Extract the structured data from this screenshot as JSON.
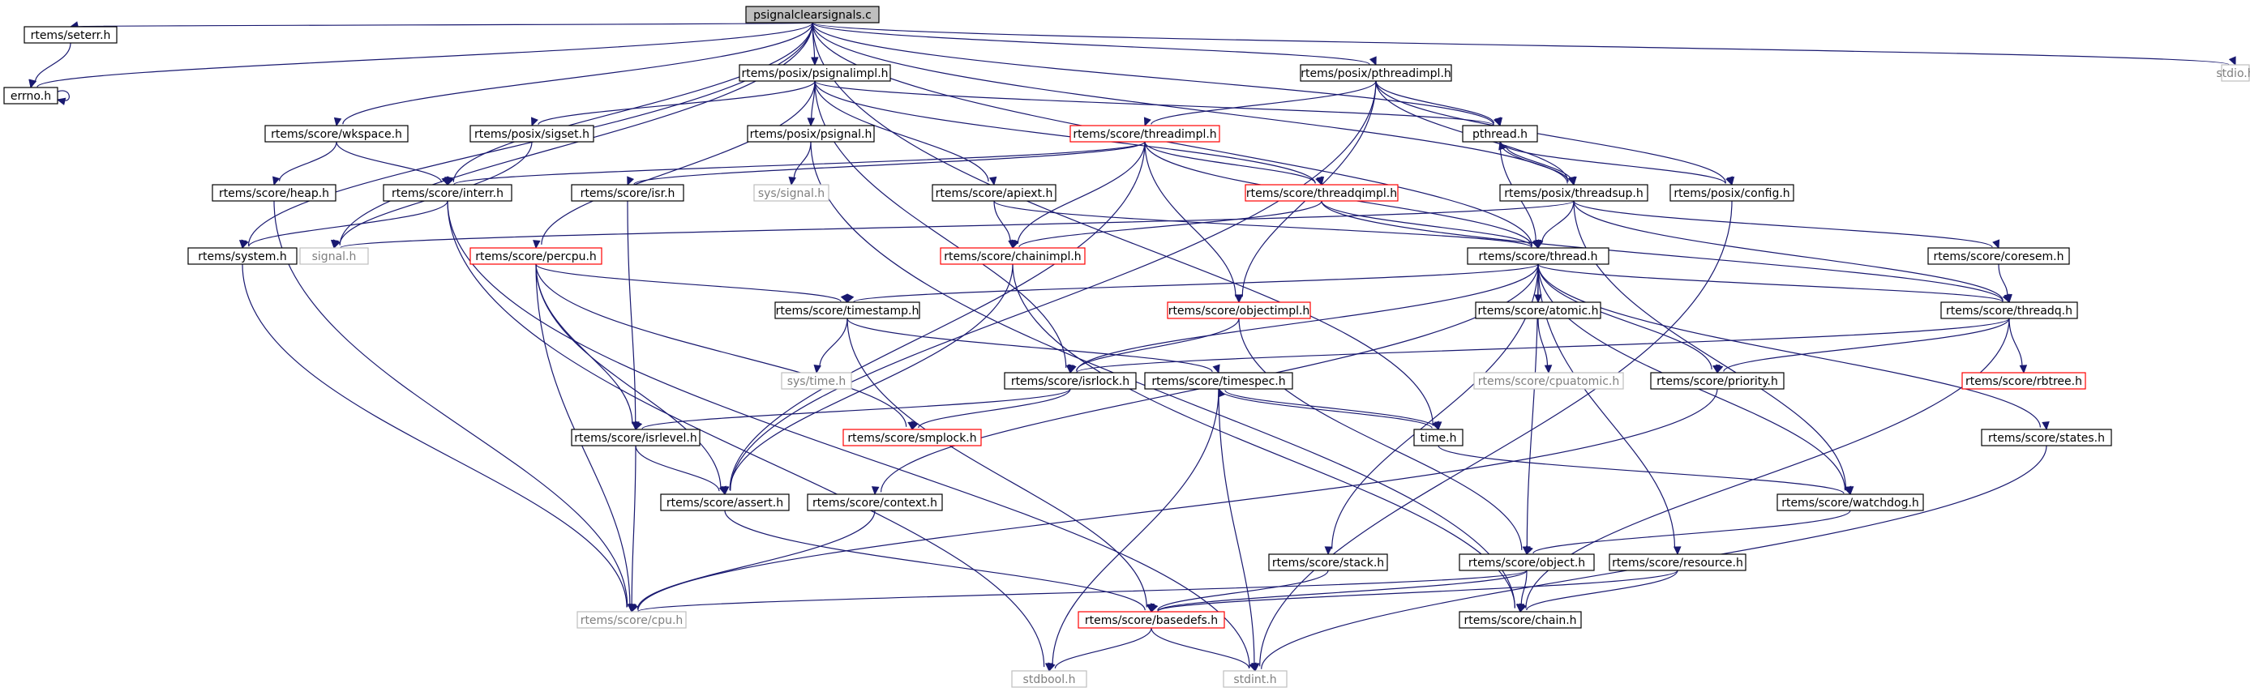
{
  "title": "psignalclearsignals.c",
  "colors": {
    "edge": "#191970",
    "root_fill": "#bfbfbf",
    "normal_border": "#000000",
    "red_border": "#ff0000",
    "external_border": "#bfbfbf",
    "external_text": "#7f7f7f"
  },
  "nodes": [
    {
      "id": "root",
      "label": "psignalclearsignals.c",
      "style": "root"
    },
    {
      "id": "seterr",
      "label": "rtems/seterr.h",
      "style": "normal"
    },
    {
      "id": "psignalimpl",
      "label": "rtems/posix/psignalimpl.h",
      "style": "normal"
    },
    {
      "id": "pthreadimpl",
      "label": "rtems/posix/pthreadimpl.h",
      "style": "normal"
    },
    {
      "id": "stdio",
      "label": "stdio.h",
      "style": "external"
    },
    {
      "id": "errno",
      "label": "errno.h",
      "style": "normal"
    },
    {
      "id": "wkspace",
      "label": "rtems/score/wkspace.h",
      "style": "normal"
    },
    {
      "id": "sigset",
      "label": "rtems/posix/sigset.h",
      "style": "normal"
    },
    {
      "id": "psignal",
      "label": "rtems/posix/psignal.h",
      "style": "normal"
    },
    {
      "id": "threadimpl",
      "label": "rtems/score/threadimpl.h",
      "style": "red"
    },
    {
      "id": "pthread",
      "label": "pthread.h",
      "style": "normal"
    },
    {
      "id": "heap",
      "label": "rtems/score/heap.h",
      "style": "normal"
    },
    {
      "id": "interr",
      "label": "rtems/score/interr.h",
      "style": "normal"
    },
    {
      "id": "syssignal",
      "label": "sys/signal.h",
      "style": "external"
    },
    {
      "id": "isr",
      "label": "rtems/score/isr.h",
      "style": "normal"
    },
    {
      "id": "apiext",
      "label": "rtems/score/apiext.h",
      "style": "normal"
    },
    {
      "id": "threadqimpl",
      "label": "rtems/score/threadqimpl.h",
      "style": "red"
    },
    {
      "id": "threadsup",
      "label": "rtems/posix/threadsup.h",
      "style": "normal"
    },
    {
      "id": "config",
      "label": "rtems/posix/config.h",
      "style": "normal"
    },
    {
      "id": "system",
      "label": "rtems/system.h",
      "style": "normal"
    },
    {
      "id": "signal",
      "label": "signal.h",
      "style": "external"
    },
    {
      "id": "percpu",
      "label": "rtems/score/percpu.h",
      "style": "red"
    },
    {
      "id": "chainimpl",
      "label": "rtems/score/chainimpl.h",
      "style": "red"
    },
    {
      "id": "thread",
      "label": "rtems/score/thread.h",
      "style": "normal"
    },
    {
      "id": "coresem",
      "label": "rtems/score/coresem.h",
      "style": "normal"
    },
    {
      "id": "timestamp",
      "label": "rtems/score/timestamp.h",
      "style": "normal"
    },
    {
      "id": "objectimpl",
      "label": "rtems/score/objectimpl.h",
      "style": "red"
    },
    {
      "id": "atomic",
      "label": "rtems/score/atomic.h",
      "style": "normal"
    },
    {
      "id": "threadq",
      "label": "rtems/score/threadq.h",
      "style": "normal"
    },
    {
      "id": "systime",
      "label": "sys/time.h",
      "style": "external"
    },
    {
      "id": "cpuatomic",
      "label": "rtems/score/cpuatomic.h",
      "style": "external"
    },
    {
      "id": "isrlock",
      "label": "rtems/score/isrlock.h",
      "style": "normal"
    },
    {
      "id": "timespec",
      "label": "rtems/score/timespec.h",
      "style": "normal"
    },
    {
      "id": "priority",
      "label": "rtems/score/priority.h",
      "style": "normal"
    },
    {
      "id": "rbtree",
      "label": "rtems/score/rbtree.h",
      "style": "red"
    },
    {
      "id": "isrlevel",
      "label": "rtems/score/isrlevel.h",
      "style": "normal"
    },
    {
      "id": "smplock",
      "label": "rtems/score/smplock.h",
      "style": "red"
    },
    {
      "id": "time",
      "label": "time.h",
      "style": "normal"
    },
    {
      "id": "states",
      "label": "rtems/score/states.h",
      "style": "normal"
    },
    {
      "id": "assert",
      "label": "rtems/score/assert.h",
      "style": "normal"
    },
    {
      "id": "context",
      "label": "rtems/score/context.h",
      "style": "normal"
    },
    {
      "id": "watchdog",
      "label": "rtems/score/watchdog.h",
      "style": "normal"
    },
    {
      "id": "stack",
      "label": "rtems/score/stack.h",
      "style": "normal"
    },
    {
      "id": "object",
      "label": "rtems/score/object.h",
      "style": "normal"
    },
    {
      "id": "resource",
      "label": "rtems/score/resource.h",
      "style": "normal"
    },
    {
      "id": "cpu",
      "label": "rtems/score/cpu.h",
      "style": "external"
    },
    {
      "id": "basedefs",
      "label": "rtems/score/basedefs.h",
      "style": "red"
    },
    {
      "id": "chain",
      "label": "rtems/score/chain.h",
      "style": "normal"
    },
    {
      "id": "stdbool",
      "label": "stdbool.h",
      "style": "external"
    },
    {
      "id": "stdint",
      "label": "stdint.h",
      "style": "external"
    }
  ],
  "edges": [
    [
      "root",
      "seterr"
    ],
    [
      "root",
      "psignalimpl"
    ],
    [
      "root",
      "pthreadimpl"
    ],
    [
      "root",
      "stdio"
    ],
    [
      "root",
      "errno"
    ],
    [
      "root",
      "wkspace"
    ],
    [
      "root",
      "system"
    ],
    [
      "root",
      "signal"
    ],
    [
      "root",
      "interr"
    ],
    [
      "root",
      "pthread"
    ],
    [
      "root",
      "threadsup"
    ],
    [
      "root",
      "thread"
    ],
    [
      "root",
      "time"
    ],
    [
      "seterr",
      "errno"
    ],
    [
      "errno",
      "errno"
    ],
    [
      "psignalimpl",
      "sigset"
    ],
    [
      "psignalimpl",
      "psignal"
    ],
    [
      "psignalimpl",
      "apiext"
    ],
    [
      "psignalimpl",
      "threadqimpl"
    ],
    [
      "psignalimpl",
      "pthread"
    ],
    [
      "psignalimpl",
      "percpu"
    ],
    [
      "psignalimpl",
      "isrlock"
    ],
    [
      "pthreadimpl",
      "threadimpl"
    ],
    [
      "pthreadimpl",
      "pthread"
    ],
    [
      "pthreadimpl",
      "config"
    ],
    [
      "pthreadimpl",
      "threadsup"
    ],
    [
      "pthreadimpl",
      "objectimpl"
    ],
    [
      "pthreadimpl",
      "assert"
    ],
    [
      "wkspace",
      "heap"
    ],
    [
      "wkspace",
      "interr"
    ],
    [
      "heap",
      "cpu"
    ],
    [
      "interr",
      "system"
    ],
    [
      "interr",
      "stdbool"
    ],
    [
      "interr",
      "stdint"
    ],
    [
      "sigset",
      "signal"
    ],
    [
      "psignal",
      "syssignal"
    ],
    [
      "psignal",
      "chain"
    ],
    [
      "threadimpl",
      "interr"
    ],
    [
      "threadimpl",
      "isr"
    ],
    [
      "threadimpl",
      "threadqimpl"
    ],
    [
      "threadimpl",
      "chainimpl"
    ],
    [
      "threadimpl",
      "thread"
    ],
    [
      "threadimpl",
      "objectimpl"
    ],
    [
      "threadimpl",
      "assert"
    ],
    [
      "pthread",
      "config"
    ],
    [
      "pthread",
      "threadsup"
    ],
    [
      "pthread",
      "thread"
    ],
    [
      "isr",
      "isrlevel"
    ],
    [
      "apiext",
      "chainimpl"
    ],
    [
      "apiext",
      "thread"
    ],
    [
      "threadqimpl",
      "chainimpl"
    ],
    [
      "threadqimpl",
      "thread"
    ],
    [
      "threadqimpl",
      "threadq"
    ],
    [
      "threadsup",
      "pthread"
    ],
    [
      "threadsup",
      "signal"
    ],
    [
      "threadsup",
      "thread"
    ],
    [
      "threadsup",
      "coresem"
    ],
    [
      "threadsup",
      "threadq"
    ],
    [
      "threadsup",
      "watchdog"
    ],
    [
      "config",
      "stdint"
    ],
    [
      "system",
      "cpu"
    ],
    [
      "percpu",
      "timestamp"
    ],
    [
      "percpu",
      "isrlevel"
    ],
    [
      "percpu",
      "smplock"
    ],
    [
      "percpu",
      "assert"
    ],
    [
      "percpu",
      "cpu"
    ],
    [
      "chainimpl",
      "assert"
    ],
    [
      "chainimpl",
      "chain"
    ],
    [
      "thread",
      "timestamp"
    ],
    [
      "thread",
      "atomic"
    ],
    [
      "thread",
      "threadq"
    ],
    [
      "thread",
      "isrlock"
    ],
    [
      "thread",
      "priority"
    ],
    [
      "thread",
      "context"
    ],
    [
      "thread",
      "watchdog"
    ],
    [
      "thread",
      "stack"
    ],
    [
      "thread",
      "object"
    ],
    [
      "thread",
      "resource"
    ],
    [
      "thread",
      "states"
    ],
    [
      "coresem",
      "threadq"
    ],
    [
      "timestamp",
      "systime"
    ],
    [
      "timestamp",
      "timespec"
    ],
    [
      "timestamp",
      "basedefs"
    ],
    [
      "objectimpl",
      "isrlock"
    ],
    [
      "objectimpl",
      "object"
    ],
    [
      "atomic",
      "cpuatomic"
    ],
    [
      "threadq",
      "rbtree"
    ],
    [
      "threadq",
      "priority"
    ],
    [
      "threadq",
      "isrlock"
    ],
    [
      "threadq",
      "chain"
    ],
    [
      "isrlock",
      "isrlevel"
    ],
    [
      "isrlock",
      "smplock"
    ],
    [
      "timespec",
      "time"
    ],
    [
      "timespec",
      "stdbool"
    ],
    [
      "timespec",
      "stdint"
    ],
    [
      "time",
      "timespec"
    ],
    [
      "time",
      "watchdog"
    ],
    [
      "priority",
      "cpu"
    ],
    [
      "isrlevel",
      "assert"
    ],
    [
      "isrlevel",
      "cpu"
    ],
    [
      "states",
      "stdint"
    ],
    [
      "assert",
      "basedefs"
    ],
    [
      "context",
      "cpu"
    ],
    [
      "watchdog",
      "object"
    ],
    [
      "stack",
      "basedefs"
    ],
    [
      "object",
      "basedefs"
    ],
    [
      "object",
      "cpu"
    ],
    [
      "object",
      "chain"
    ],
    [
      "resource",
      "basedefs"
    ],
    [
      "resource",
      "chain"
    ],
    [
      "basedefs",
      "stdbool"
    ],
    [
      "basedefs",
      "stdint"
    ]
  ]
}
